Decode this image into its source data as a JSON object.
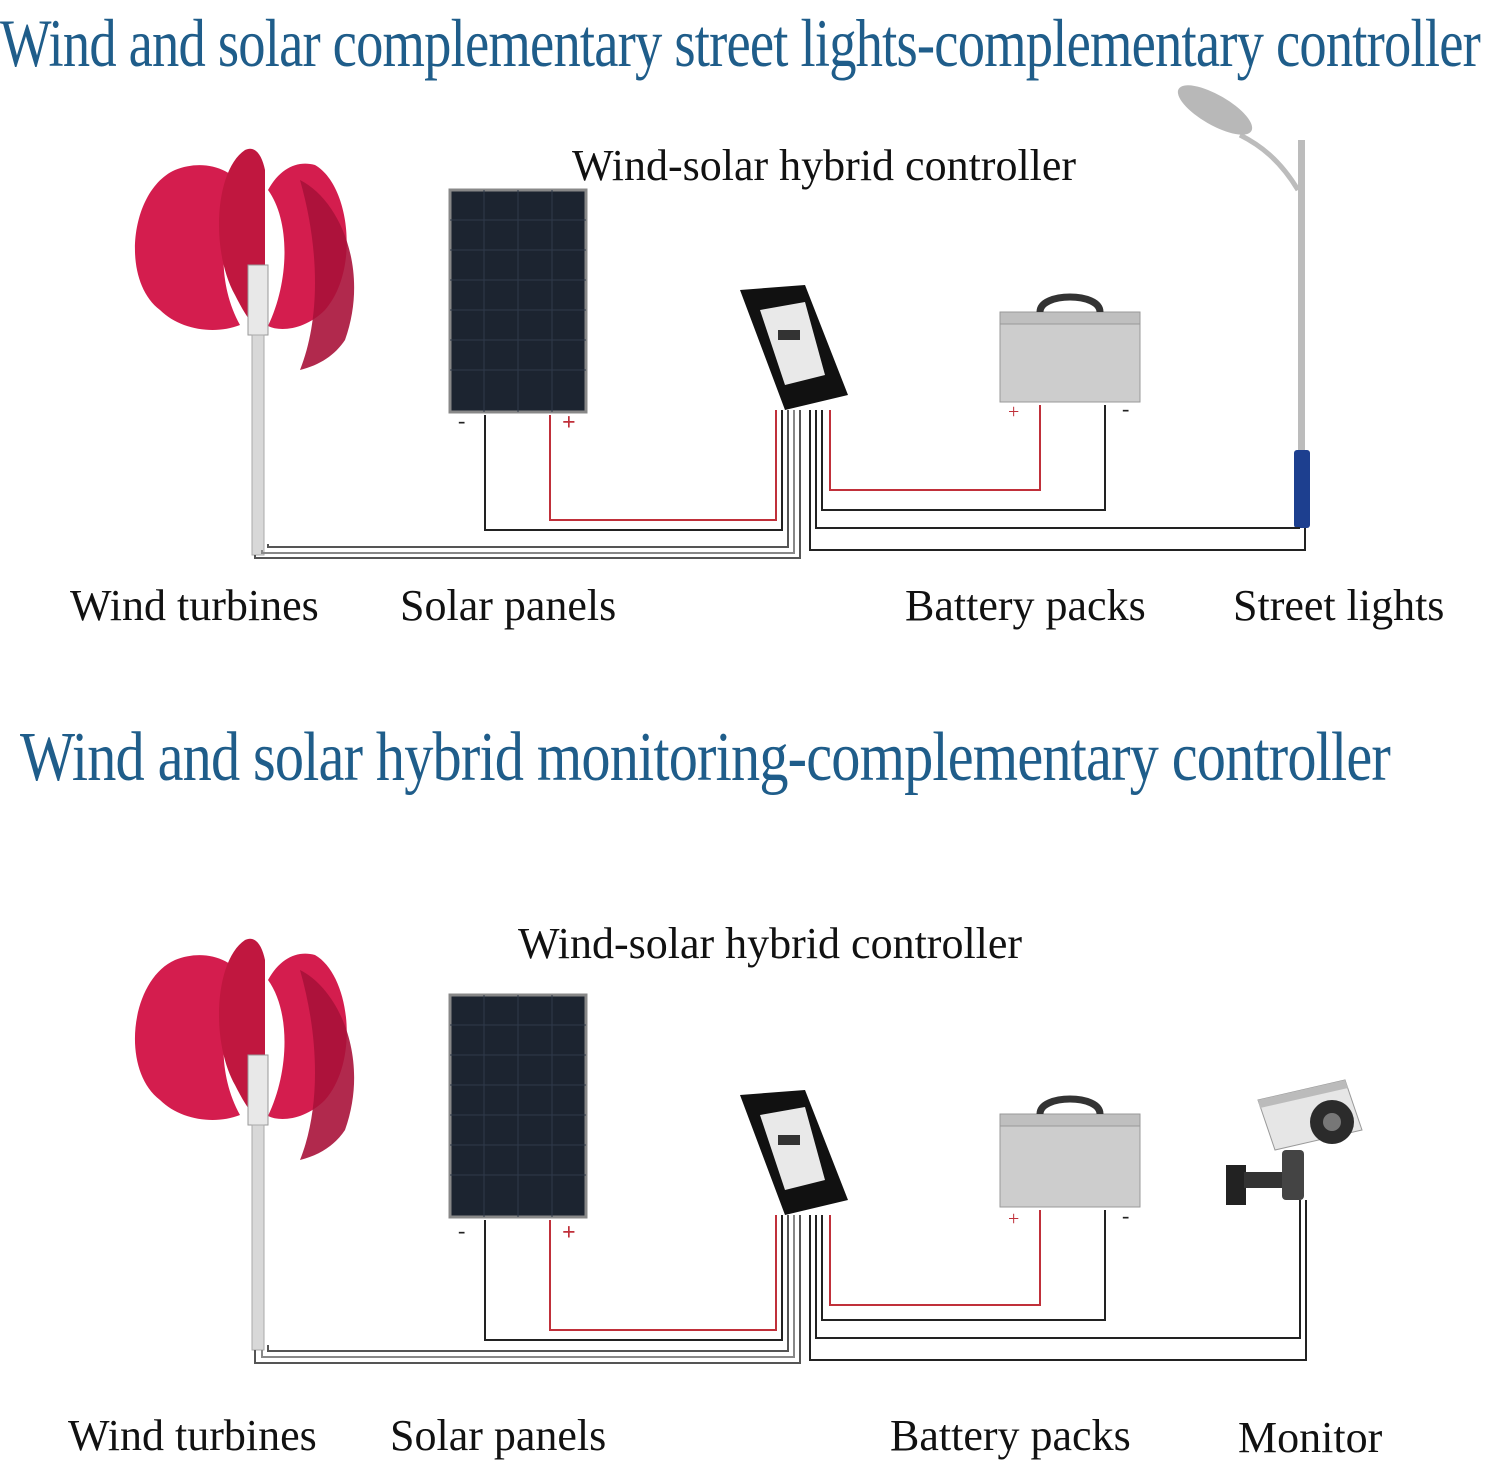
{
  "diagram1": {
    "title": "Wind and solar complementary street lights-complementary controller",
    "controller_label": "Wind-solar hybrid controller",
    "labels": {
      "wind": "Wind turbines",
      "solar": "Solar panels",
      "battery": "Battery packs",
      "load": "Street lights"
    },
    "polarity": {
      "minus": "-",
      "plus": "+"
    }
  },
  "diagram2": {
    "title": "Wind and solar hybrid monitoring-complementary controller",
    "controller_label": "Wind-solar hybrid controller",
    "labels": {
      "wind": "Wind turbines",
      "solar": "Solar panels",
      "battery": "Battery packs",
      "load": "Monitor"
    },
    "polarity": {
      "minus": "-",
      "plus": "+"
    }
  },
  "colors": {
    "title": "#1f5d8a",
    "turbine": "#d41d4e",
    "wire_red": "#c0303a",
    "wire_black": "#222222"
  }
}
